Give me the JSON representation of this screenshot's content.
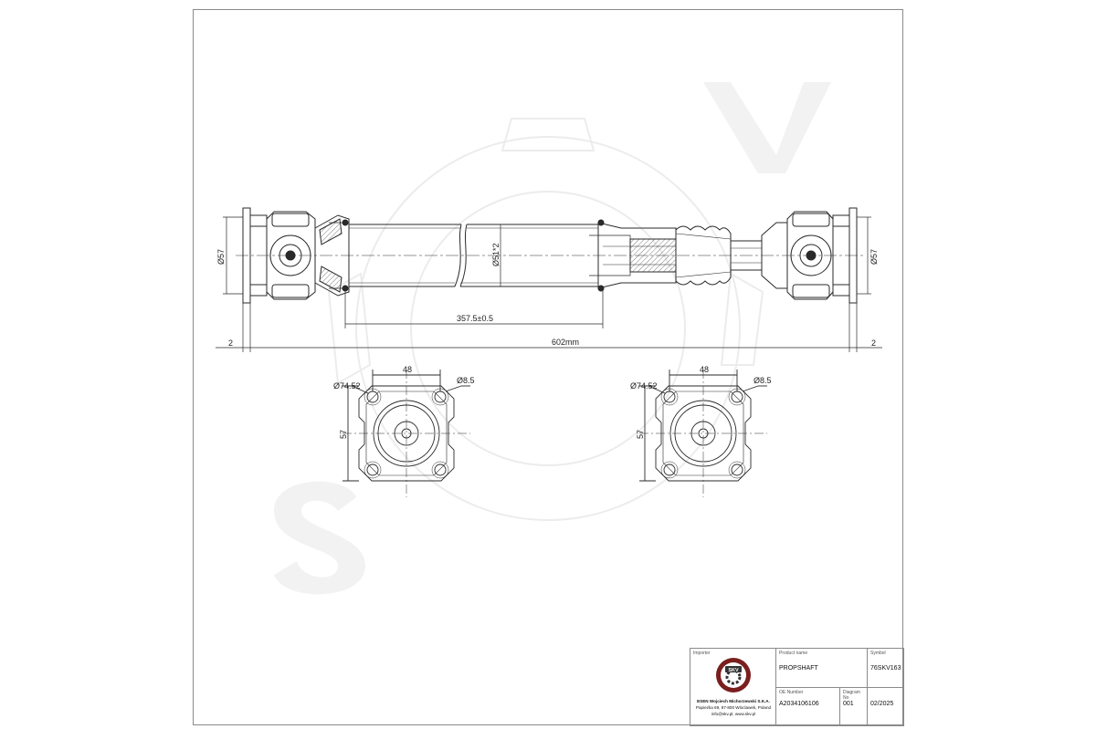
{
  "dimensions": {
    "flange_left": "Ø57",
    "flange_right": "Ø57",
    "tube_diameter": "Ø51*2",
    "length_partial": "357.5±0.5",
    "length_total": "602mm",
    "gap_left": "2",
    "gap_right": "2"
  },
  "flange_views": [
    {
      "bolt_circle": "Ø74.52",
      "bolt_spacing": "48",
      "hole_diameter": "Ø8.5",
      "height": "57"
    },
    {
      "bolt_circle": "Ø74.52",
      "bolt_spacing": "48",
      "hole_diameter": "Ø8.5",
      "height": "57"
    }
  ],
  "title_block": {
    "importer_label": "Importer",
    "importer_name": "ESEN Wojciech Michorzewski S.K.A.",
    "importer_address": "Papiezka 69, 87-800 Wloclawek, Poland",
    "importer_contact": "info@skv.pl, www.skv.pl",
    "product_name_label": "Product name",
    "product_name": "PROPSHAFT",
    "symbol_label": "Symbol",
    "symbol": "76SKV163",
    "oe_number_label": "OE Number",
    "oe_number": "A2034106106",
    "diagram_no_label": "Diagram No",
    "diagram_no": "001",
    "date": "02/2025",
    "logo_text": "SKV"
  },
  "colors": {
    "line": "#2a2a2a",
    "watermark": "#efefef",
    "frame": "#8a8a8a"
  }
}
